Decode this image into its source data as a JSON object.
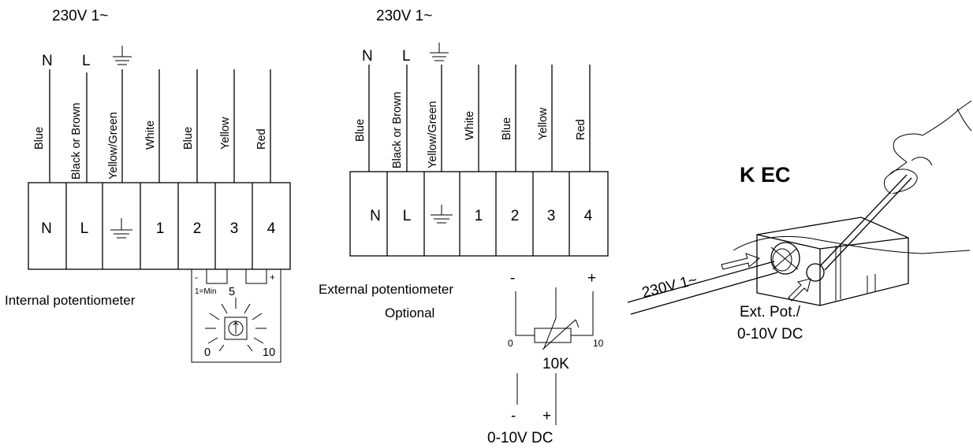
{
  "left_panel": {
    "supply": "230V 1~",
    "top_labels": {
      "n": "N",
      "l": "L"
    },
    "wires": [
      "Blue",
      "Black or Brown",
      "Yellow/Green",
      "White",
      "Blue",
      "Yellow",
      "Red"
    ],
    "terminals": [
      "N",
      "L",
      "",
      "1",
      "2",
      "3",
      "4"
    ],
    "pot_label": "Internal  potentiometer",
    "pot_minus": "-",
    "pot_plus": "+",
    "dial_min": "1=Min",
    "dial_mid": "5",
    "dial_zero": "0",
    "dial_max": "10"
  },
  "middle_panel": {
    "supply": "230V 1~",
    "top_labels": {
      "n": "N",
      "l": "L"
    },
    "wires": [
      "Blue",
      "Black or Brown",
      "Yellow/Green",
      "White",
      "Blue",
      "Yellow",
      "Red"
    ],
    "terminals": [
      "N",
      "L",
      "",
      "1",
      "2",
      "3",
      "4"
    ],
    "ext_label_line1": "External potentiometer",
    "ext_label_line2": "Optional",
    "minus": "-",
    "plus": "+",
    "scale_zero": "0",
    "scale_max": "10",
    "resistor_value": "10K",
    "dc_minus": "-",
    "dc_plus": "+",
    "dc_label": "0-10V DC"
  },
  "right_panel": {
    "product": "K EC",
    "supply_arrow": "230V 1~",
    "ext_line1": "Ext. Pot./",
    "ext_line2": "0-10V DC"
  }
}
